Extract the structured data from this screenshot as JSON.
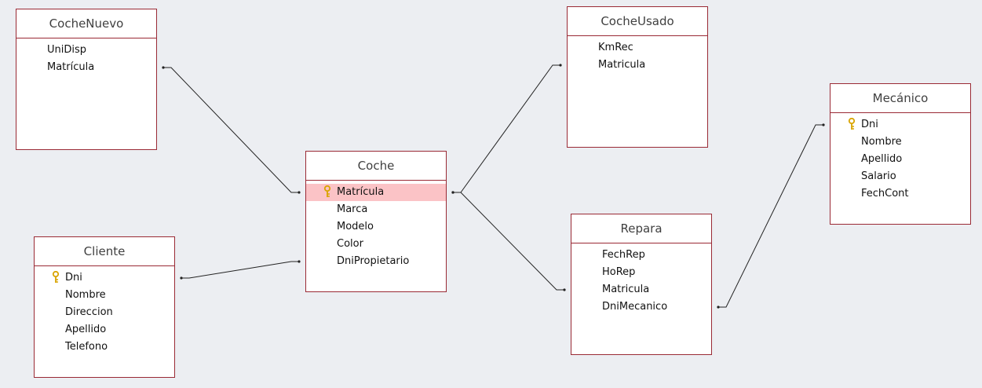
{
  "colors": {
    "border": "#9a2a35",
    "selected_row": "#fbc3c6",
    "key_icon": "#d9a400",
    "canvas": "#eceef2"
  },
  "tables": {
    "coche_nuevo": {
      "title": "CocheNuevo",
      "fields": [
        "UniDisp",
        "Matrícula"
      ]
    },
    "coche_usado": {
      "title": "CocheUsado",
      "fields": [
        "KmRec",
        "Matricula"
      ]
    },
    "coche": {
      "title": "Coche",
      "fields": [
        "Matrícula",
        "Marca",
        "Modelo",
        "Color",
        "DniPropietario"
      ],
      "primary_key": "Matrícula",
      "selected_field": "Matrícula"
    },
    "cliente": {
      "title": "Cliente",
      "fields": [
        "Dni",
        "Nombre",
        "Direccion",
        "Apellido",
        "Telefono"
      ],
      "primary_key": "Dni"
    },
    "repara": {
      "title": "Repara",
      "fields": [
        "FechRep",
        "HoRep",
        "Matricula",
        "DniMecanico"
      ]
    },
    "mecanico": {
      "title": "Mecánico",
      "fields": [
        "Dni",
        "Nombre",
        "Apellido",
        "Salario",
        "FechCont"
      ],
      "primary_key": "Dni"
    }
  },
  "relationships": [
    {
      "from": "coche_nuevo.Matrícula",
      "to": "coche.Matrícula"
    },
    {
      "from": "coche.Matrícula",
      "to": "coche_usado.Matricula"
    },
    {
      "from": "coche.Matrícula",
      "to": "repara.Matricula"
    },
    {
      "from": "cliente.Dni",
      "to": "coche.DniPropietario"
    },
    {
      "from": "repara.DniMecanico",
      "to": "mecanico.Dni"
    }
  ]
}
